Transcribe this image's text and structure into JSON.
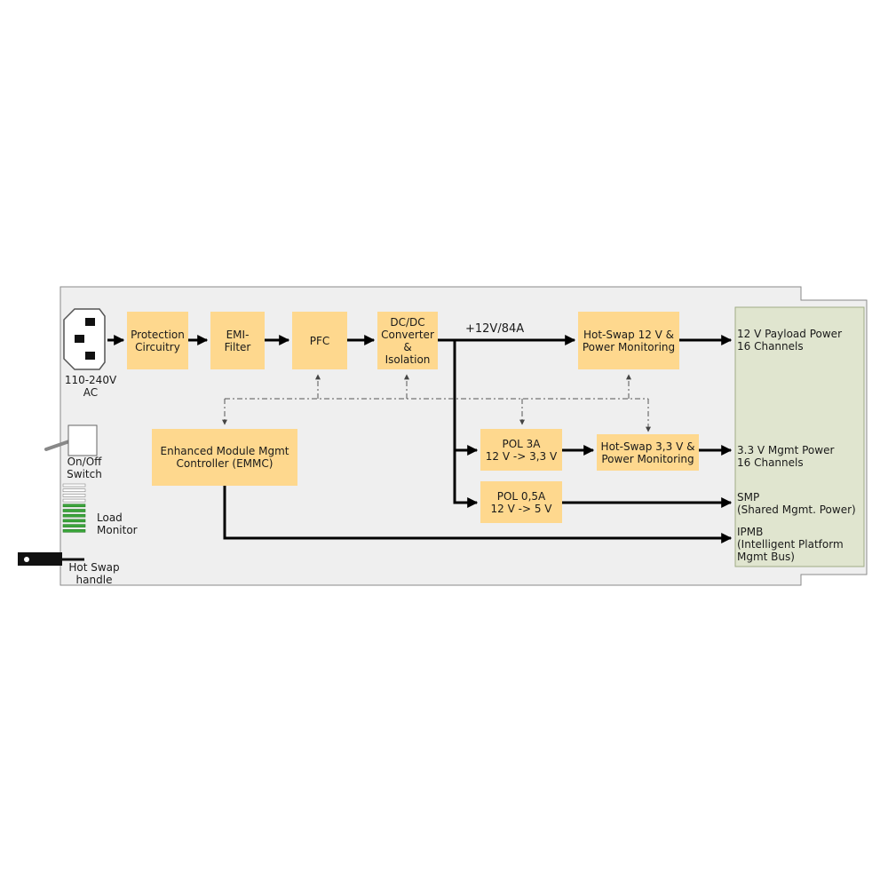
{
  "blocks": {
    "protection": "Protection\nCircuitry",
    "emi": "EMI-\nFilter",
    "pfc": "PFC",
    "dcdc": "DC/DC\nConverter\n&\nIsolation",
    "hotswap12": "Hot-Swap 12 V  &\nPower Monitoring",
    "emmc": "Enhanced Module Mgmt\nController (EMMC)",
    "pol3a": "POL 3A\n12 V -> 3,3 V",
    "hotswap33": "Hot-Swap 3,3 V &\nPower Monitoring",
    "pol05a": "POL 0,5A\n12 V -> 5 V"
  },
  "labels": {
    "bus": "+12V/84A",
    "ac_input": "110-240V\nAC",
    "switch": "On/Off\nSwitch",
    "load_monitor": "Load\nMonitor",
    "handle": "Hot Swap\nhandle"
  },
  "outputs": {
    "payload": "12 V Payload Power\n16 Channels",
    "mgmt": "3.3 V Mgmt Power\n16 Channels",
    "smp": "SMP\n(Shared Mgmt. Power)",
    "ipmb": "IPMB\n(Intelligent Platform\nMgmt Bus)"
  },
  "colors": {
    "block_fill": "#fed88e",
    "board_fill": "#efefef",
    "connector_fill": "#e0e5cf",
    "led_on": "#3aa63a",
    "led_off": "#ffffff"
  },
  "load_monitor_leds": {
    "total": 10,
    "lit": 6
  }
}
